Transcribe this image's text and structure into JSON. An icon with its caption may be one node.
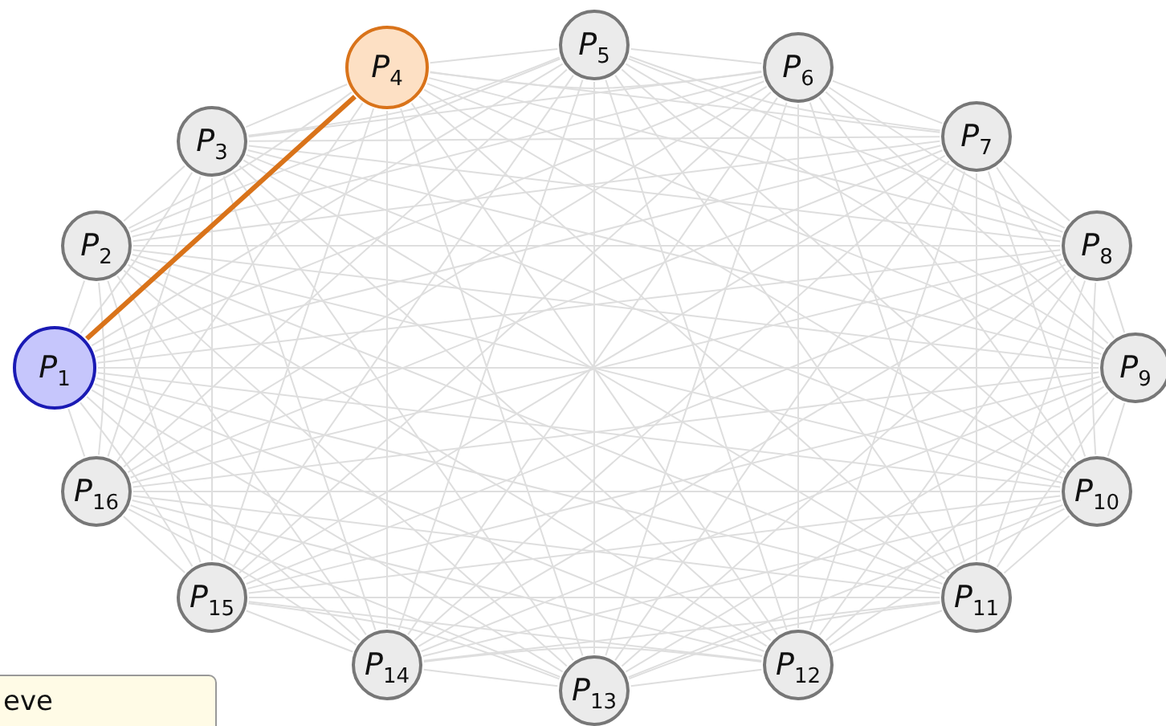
{
  "diagram": {
    "nodes": [
      {
        "text": [
          "P$_{1}$"
        ]
      },
      {
        "text": [
          "P$_{2}$"
        ]
      },
      {
        "text": [
          "P$_{3}$"
        ]
      },
      {
        "text": [
          "P$_{4}$"
        ]
      },
      {
        "text": [
          "P$_{5}$"
        ]
      },
      {
        "text": [
          "P$_{6}$"
        ]
      },
      {
        "text": [
          "P$_{7}$"
        ]
      },
      {
        "text": [
          "P$_{8}$"
        ]
      },
      {
        "text": [
          "P$_{9}$"
        ]
      },
      {
        "text": [
          "P$_{10}$"
        ]
      },
      {
        "text": [
          "P$_{11}$"
        ]
      },
      {
        "text": [
          "P$_{12}$"
        ]
      },
      {
        "text": [
          "P$_{13}$"
        ]
      },
      {
        "text": [
          "P$_{14}$"
        ]
      },
      {
        "text": [
          "P$_{15}$"
        ]
      },
      {
        "text": [
          "P$_{16}$"
        ]
      },
      {
        "text": [
          "eve"
        ]
      }
    ],
    "edges": [
      {
        "from": 0,
        "to": 1,
        "arrow": "none"
      },
      {
        "from": 0,
        "to": 2,
        "arrow": "none"
      },
      {
        "from": 0,
        "to": 3,
        "arrow": "none",
        "style": "thick",
        "color": "#d9731a"
      },
      {
        "from": 0,
        "to": 4,
        "arrow": "none"
      },
      {
        "from": 0,
        "to": 5,
        "arrow": "none"
      },
      {
        "from": 0,
        "to": 6,
        "arrow": "none"
      },
      {
        "from": 0,
        "to": 7,
        "arrow": "none"
      },
      {
        "from": 0,
        "to": 8,
        "arrow": "none"
      },
      {
        "from": 0,
        "to": 9,
        "arrow": "none"
      },
      {
        "from": 0,
        "to": 10,
        "arrow": "none"
      },
      {
        "from": 0,
        "to": 11,
        "arrow": "none"
      },
      {
        "from": 0,
        "to": 12,
        "arrow": "none"
      },
      {
        "from": 0,
        "to": 13,
        "arrow": "none"
      },
      {
        "from": 0,
        "to": 14,
        "arrow": "none"
      },
      {
        "from": 0,
        "to": 15,
        "arrow": "none"
      },
      {
        "from": 1,
        "to": 2,
        "arrow": "none"
      },
      {
        "from": 1,
        "to": 3,
        "arrow": "none"
      },
      {
        "from": 1,
        "to": 4,
        "arrow": "none"
      },
      {
        "from": 1,
        "to": 5,
        "arrow": "none"
      },
      {
        "from": 1,
        "to": 6,
        "arrow": "none"
      },
      {
        "from": 1,
        "to": 7,
        "arrow": "none"
      },
      {
        "from": 1,
        "to": 8,
        "arrow": "none"
      },
      {
        "from": 1,
        "to": 9,
        "arrow": "none"
      },
      {
        "from": 1,
        "to": 10,
        "arrow": "none"
      },
      {
        "from": 1,
        "to": 11,
        "arrow": "none"
      },
      {
        "from": 1,
        "to": 12,
        "arrow": "none"
      },
      {
        "from": 1,
        "to": 13,
        "arrow": "none"
      },
      {
        "from": 1,
        "to": 14,
        "arrow": "none"
      },
      {
        "from": 1,
        "to": 15,
        "arrow": "none"
      },
      {
        "from": 2,
        "to": 3,
        "arrow": "none"
      },
      {
        "from": 2,
        "to": 4,
        "arrow": "none"
      },
      {
        "from": 2,
        "to": 5,
        "arrow": "none"
      },
      {
        "from": 2,
        "to": 6,
        "arrow": "none"
      },
      {
        "from": 2,
        "to": 7,
        "arrow": "none"
      },
      {
        "from": 2,
        "to": 8,
        "arrow": "none"
      },
      {
        "from": 2,
        "to": 9,
        "arrow": "none"
      },
      {
        "from": 2,
        "to": 10,
        "arrow": "none"
      },
      {
        "from": 2,
        "to": 11,
        "arrow": "none"
      },
      {
        "from": 2,
        "to": 12,
        "arrow": "none"
      },
      {
        "from": 2,
        "to": 13,
        "arrow": "none"
      },
      {
        "from": 2,
        "to": 14,
        "arrow": "none"
      },
      {
        "from": 2,
        "to": 15,
        "arrow": "none"
      },
      {
        "from": 3,
        "to": 4,
        "arrow": "none"
      },
      {
        "from": 3,
        "to": 5,
        "arrow": "none"
      },
      {
        "from": 3,
        "to": 6,
        "arrow": "none"
      },
      {
        "from": 3,
        "to": 7,
        "arrow": "none"
      },
      {
        "from": 3,
        "to": 8,
        "arrow": "none"
      },
      {
        "from": 3,
        "to": 9,
        "arrow": "none"
      },
      {
        "from": 3,
        "to": 10,
        "arrow": "none"
      },
      {
        "from": 3,
        "to": 11,
        "arrow": "none"
      },
      {
        "from": 3,
        "to": 12,
        "arrow": "none"
      },
      {
        "from": 3,
        "to": 13,
        "arrow": "none"
      },
      {
        "from": 3,
        "to": 14,
        "arrow": "none"
      },
      {
        "from": 3,
        "to": 15,
        "arrow": "none"
      },
      {
        "from": 4,
        "to": 5,
        "arrow": "none"
      },
      {
        "from": 4,
        "to": 6,
        "arrow": "none"
      },
      {
        "from": 4,
        "to": 7,
        "arrow": "none"
      },
      {
        "from": 4,
        "to": 8,
        "arrow": "none"
      },
      {
        "from": 4,
        "to": 9,
        "arrow": "none"
      },
      {
        "from": 4,
        "to": 10,
        "arrow": "none"
      },
      {
        "from": 4,
        "to": 11,
        "arrow": "none"
      },
      {
        "from": 4,
        "to": 12,
        "arrow": "none"
      },
      {
        "from": 4,
        "to": 13,
        "arrow": "none"
      },
      {
        "from": 4,
        "to": 14,
        "arrow": "none"
      },
      {
        "from": 4,
        "to": 15,
        "arrow": "none"
      },
      {
        "from": 5,
        "to": 6,
        "arrow": "none"
      },
      {
        "from": 5,
        "to": 7,
        "arrow": "none"
      },
      {
        "from": 5,
        "to": 8,
        "arrow": "none"
      },
      {
        "from": 5,
        "to": 9,
        "arrow": "none"
      },
      {
        "from": 5,
        "to": 10,
        "arrow": "none"
      },
      {
        "from": 5,
        "to": 11,
        "arrow": "none"
      },
      {
        "from": 5,
        "to": 12,
        "arrow": "none"
      },
      {
        "from": 5,
        "to": 13,
        "arrow": "none"
      },
      {
        "from": 5,
        "to": 14,
        "arrow": "none"
      },
      {
        "from": 5,
        "to": 15,
        "arrow": "none"
      },
      {
        "from": 6,
        "to": 7,
        "arrow": "none"
      },
      {
        "from": 6,
        "to": 8,
        "arrow": "none"
      },
      {
        "from": 6,
        "to": 9,
        "arrow": "none"
      },
      {
        "from": 6,
        "to": 10,
        "arrow": "none"
      },
      {
        "from": 6,
        "to": 11,
        "arrow": "none"
      },
      {
        "from": 6,
        "to": 12,
        "arrow": "none"
      },
      {
        "from": 6,
        "to": 13,
        "arrow": "none"
      },
      {
        "from": 6,
        "to": 14,
        "arrow": "none"
      },
      {
        "from": 6,
        "to": 15,
        "arrow": "none"
      },
      {
        "from": 7,
        "to": 8,
        "arrow": "none"
      },
      {
        "from": 7,
        "to": 9,
        "arrow": "none"
      },
      {
        "from": 7,
        "to": 10,
        "arrow": "none"
      },
      {
        "from": 7,
        "to": 11,
        "arrow": "none"
      },
      {
        "from": 7,
        "to": 12,
        "arrow": "none"
      },
      {
        "from": 7,
        "to": 13,
        "arrow": "none"
      },
      {
        "from": 7,
        "to": 14,
        "arrow": "none"
      },
      {
        "from": 7,
        "to": 15,
        "arrow": "none"
      },
      {
        "from": 8,
        "to": 9,
        "arrow": "none"
      },
      {
        "from": 8,
        "to": 10,
        "arrow": "none"
      },
      {
        "from": 8,
        "to": 11,
        "arrow": "none"
      },
      {
        "from": 8,
        "to": 12,
        "arrow": "none"
      },
      {
        "from": 8,
        "to": 13,
        "arrow": "none"
      },
      {
        "from": 8,
        "to": 14,
        "arrow": "none"
      },
      {
        "from": 8,
        "to": 15,
        "arrow": "none"
      },
      {
        "from": 9,
        "to": 10,
        "arrow": "none"
      },
      {
        "from": 9,
        "to": 11,
        "arrow": "none"
      },
      {
        "from": 9,
        "to": 12,
        "arrow": "none"
      },
      {
        "from": 9,
        "to": 13,
        "arrow": "none"
      },
      {
        "from": 9,
        "to": 14,
        "arrow": "none"
      },
      {
        "from": 9,
        "to": 15,
        "arrow": "none"
      },
      {
        "from": 10,
        "to": 11,
        "arrow": "none"
      },
      {
        "from": 10,
        "to": 12,
        "arrow": "none"
      },
      {
        "from": 10,
        "to": 13,
        "arrow": "none"
      },
      {
        "from": 10,
        "to": 14,
        "arrow": "none"
      },
      {
        "from": 10,
        "to": 15,
        "arrow": "none"
      },
      {
        "from": 11,
        "to": 12,
        "arrow": "none"
      },
      {
        "from": 11,
        "to": 13,
        "arrow": "none"
      },
      {
        "from": 11,
        "to": 14,
        "arrow": "none"
      },
      {
        "from": 11,
        "to": 15,
        "arrow": "none"
      },
      {
        "from": 12,
        "to": 13,
        "arrow": "none"
      },
      {
        "from": 12,
        "to": 14,
        "arrow": "none"
      },
      {
        "from": 12,
        "to": 15,
        "arrow": "none"
      },
      {
        "from": 13,
        "to": 14,
        "arrow": "none"
      },
      {
        "from": 13,
        "to": 15,
        "arrow": "none"
      },
      {
        "from": 14,
        "to": 15,
        "arrow": "none"
      }
    ]
  }
}
